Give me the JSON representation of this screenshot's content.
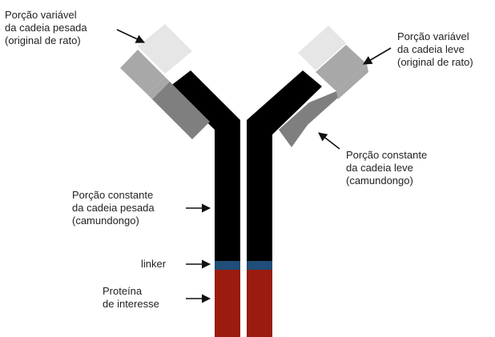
{
  "labels": {
    "heavy_variable": [
      "Porção variável",
      "da cadeia pesada",
      "(original de rato)"
    ],
    "light_variable": [
      "Porção variável",
      "da cadeia leve",
      "(original de rato)"
    ],
    "light_constant": [
      "Porção constante",
      "da cadeia leve",
      "(camundongo)"
    ],
    "heavy_constant": [
      "Porção constante",
      "da cadeia pesada",
      "(camundongo)"
    ],
    "linker": "linker",
    "protein": [
      "Proteína",
      "de interesse"
    ]
  },
  "colors": {
    "heavy_constant": "#000000",
    "light_variable": "#e6e6e6",
    "light_constant_outer": "#a8a8a8",
    "light_constant_inner": "#7f7f7f",
    "linker": "#1f4e79",
    "protein": "#9b1c0e",
    "arrow": "#111111"
  }
}
